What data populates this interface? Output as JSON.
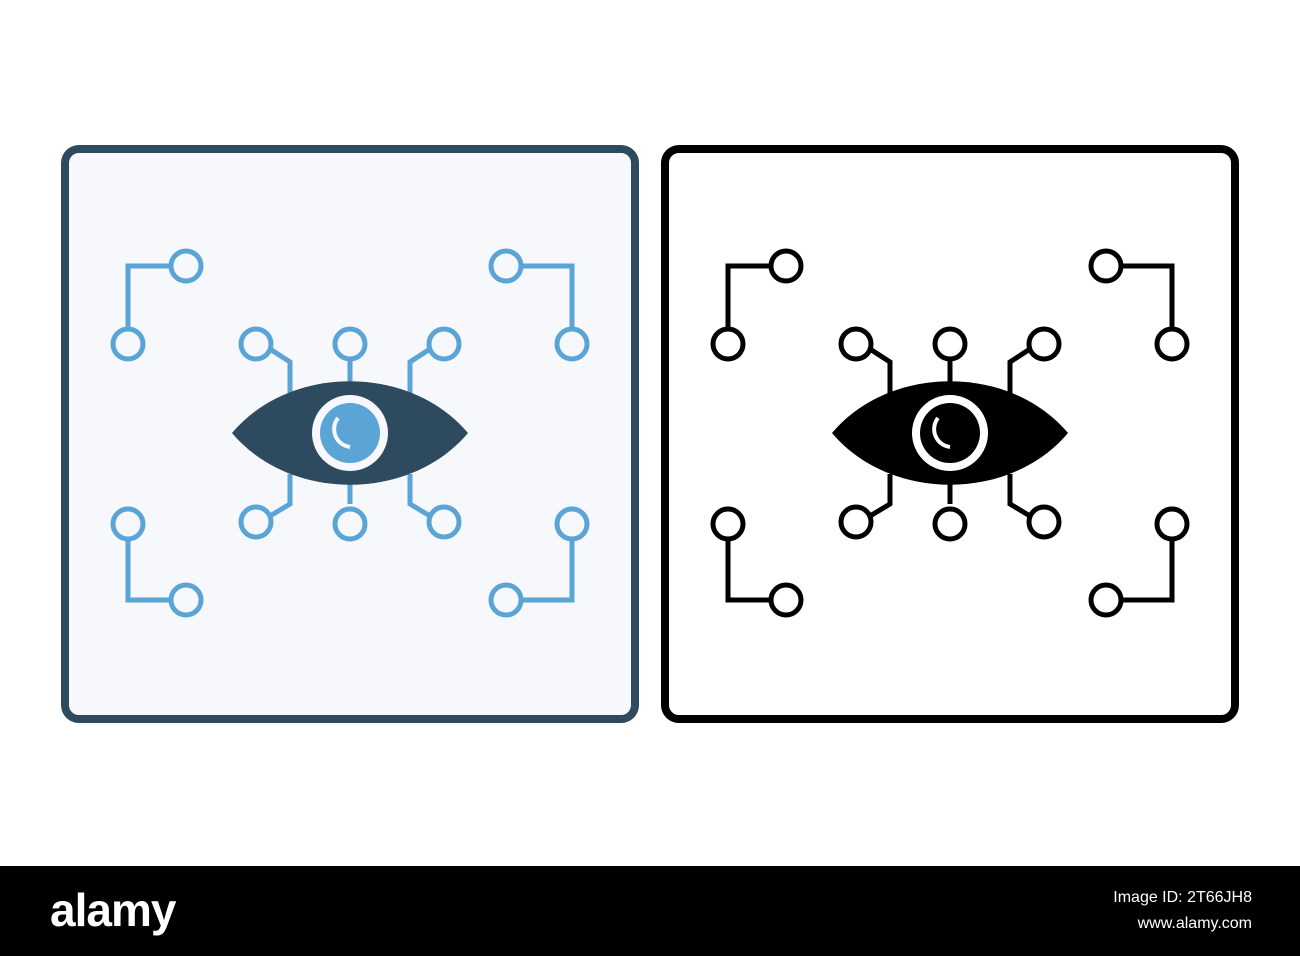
{
  "footer": {
    "brand": "alamy",
    "image_id": "Image ID: 2T66JH8",
    "url": "www.alamy.com"
  },
  "icons": [
    {
      "name": "eye-circuit-glyph-icon",
      "style": "two-tone",
      "frame_color": "#2e4a5f",
      "background_color": "#f7f8fb",
      "circuit_color": "#5ba4d6",
      "eye_color": "#2e4a5f",
      "iris_color": "#5ba4d6"
    },
    {
      "name": "eye-circuit-outline-icon",
      "style": "solid-black",
      "frame_color": "#000000",
      "background_color": "#ffffff",
      "circuit_color": "#000000",
      "eye_color": "#000000",
      "iris_color": "#000000"
    }
  ]
}
